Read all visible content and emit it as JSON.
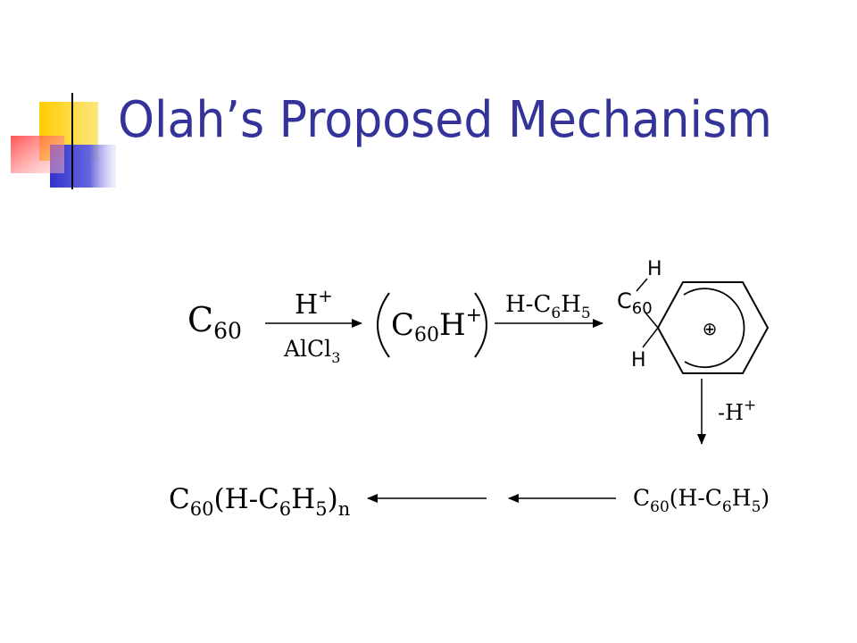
{
  "slide": {
    "title": "Olah’s Proposed Mechanism"
  },
  "mechanism": {
    "reactant": {
      "base": "C",
      "sub": "60"
    },
    "step1": {
      "above": {
        "base": "H",
        "sup": "+"
      },
      "below": {
        "base": "AlCl",
        "sub": "3"
      }
    },
    "intermediate": {
      "part1": "C",
      "sub1": "60",
      "part2": "H",
      "sup": "+"
    },
    "step2": {
      "pre": "H-C",
      "sub1": "6",
      "mid": "H",
      "sub2": "5"
    },
    "arenium": {
      "h_top": "H",
      "c": "C",
      "c_sub": "60",
      "h_bottom": "H",
      "charge": "⊕"
    },
    "step3": {
      "pre": "-H",
      "sup": "+"
    },
    "monoadduct": {
      "c": "C",
      "sub1": "60",
      "pre": "(H-C",
      "sub2": "6",
      "mid": "H",
      "sub3": "5",
      "post": ")"
    },
    "polyadduct": {
      "c": "C",
      "sub1": "60",
      "pre": "(H-C",
      "sub2": "6",
      "mid": "H",
      "sub3": "5",
      "post": ")",
      "subn": "n"
    }
  }
}
